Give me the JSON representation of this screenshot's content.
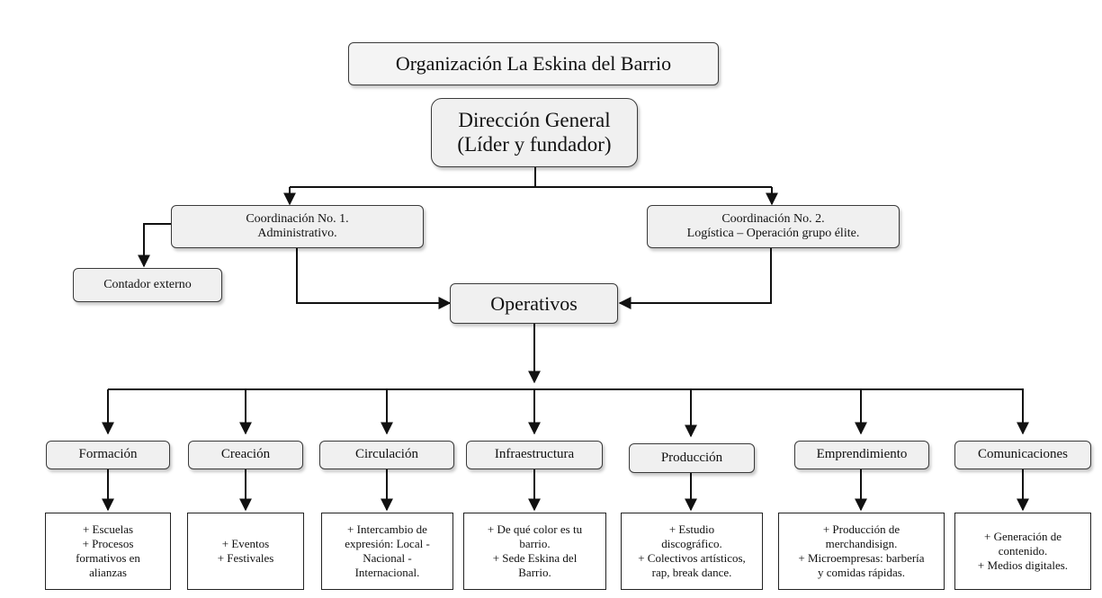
{
  "organization": {
    "title": "Organización La Eskina del Barrio"
  },
  "direccion": {
    "line1": "Dirección General",
    "line2": "(Líder y fundador)"
  },
  "coord1": {
    "line1": "Coordinación No. 1.",
    "line2": "Administrativo."
  },
  "coord2": {
    "line1": "Coordinación No. 2.",
    "line2": "Logística – Operación grupo élite."
  },
  "contador": {
    "label": "Contador externo"
  },
  "operativos": {
    "label": "Operativos"
  },
  "areas": [
    {
      "label": "Formación",
      "details": [
        "+ Escuelas",
        "+ Procesos",
        "formativos en",
        "alianzas"
      ]
    },
    {
      "label": "Creación",
      "details": [
        "+ Eventos",
        "+ Festivales"
      ]
    },
    {
      "label": "Circulación",
      "details": [
        "+ Intercambio de",
        "expresión: Local -",
        "Nacional -",
        "Internacional."
      ]
    },
    {
      "label": "Infraestructura",
      "details": [
        "+ De qué color es tu",
        "barrio.",
        "+ Sede Eskina del",
        "Barrio."
      ]
    },
    {
      "label": "Producción",
      "details": [
        "+ Estudio",
        "discográfico.",
        "+ Colectivos artísticos,",
        "rap,  break dance."
      ]
    },
    {
      "label": "Emprendimiento",
      "details": [
        "+ Producción de",
        "merchandisign.",
        "+ Microempresas: barbería",
        "y comidas rápidas."
      ]
    },
    {
      "label": "Comunicaciones",
      "details": [
        "+ Generación de",
        "contenido.",
        "+ Medios digitales."
      ]
    }
  ]
}
